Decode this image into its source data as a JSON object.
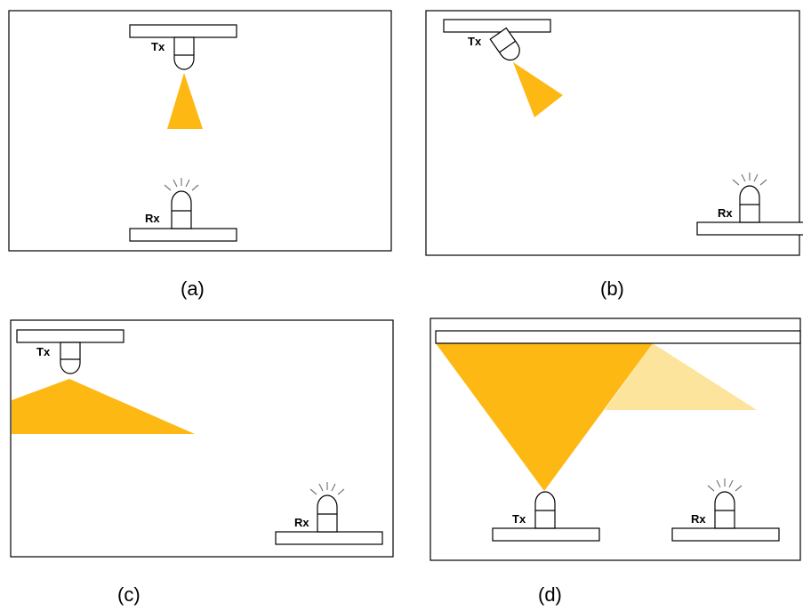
{
  "colors": {
    "beam": "#FDB813",
    "beam_faded": "#FDE49C",
    "line": "#000000",
    "rays": "#777777"
  },
  "panels": [
    {
      "caption": "(a)",
      "tx_label": "Tx",
      "rx_label": "Rx"
    },
    {
      "caption": "(b)",
      "tx_label": "Tx",
      "rx_label": "Rx"
    },
    {
      "caption": "(c)",
      "tx_label": "Tx",
      "rx_label": "Rx"
    },
    {
      "caption": "(d)",
      "tx_label": "Tx",
      "rx_label": "Rx"
    }
  ]
}
